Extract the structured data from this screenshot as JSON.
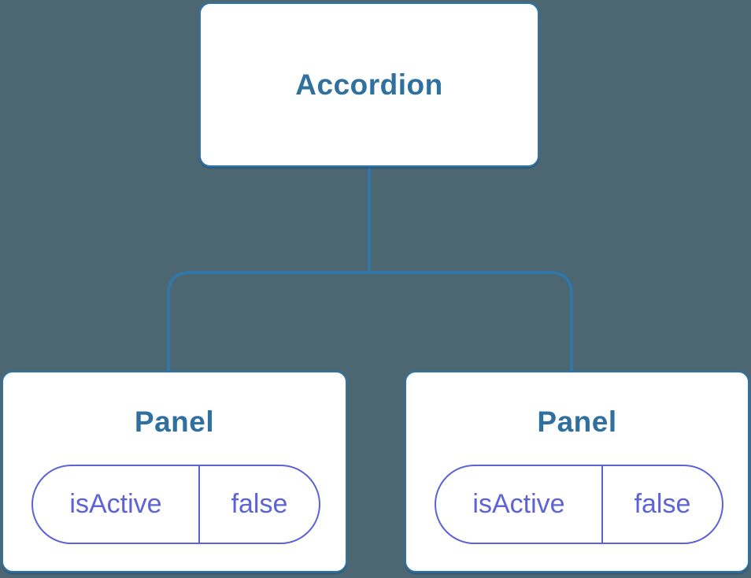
{
  "diagram": {
    "root": {
      "label": "Accordion"
    },
    "children": [
      {
        "label": "Panel",
        "state": {
          "name": "isActive",
          "value": "false"
        }
      },
      {
        "label": "Panel",
        "state": {
          "name": "isActive",
          "value": "false"
        }
      }
    ],
    "colors": {
      "background": "#4C6772",
      "connector": "#2E78AE",
      "node_border": "#2E74A8",
      "node_fill": "#FFFFFF",
      "node_title": "#30709F",
      "state_accent": "#5C63D6"
    }
  }
}
